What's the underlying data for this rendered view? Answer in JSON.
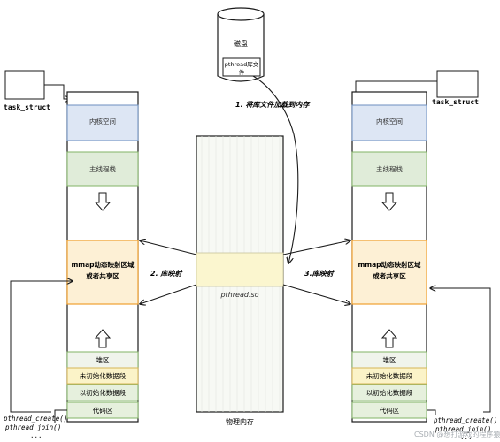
{
  "disk": {
    "label": "磁盘",
    "file_label_line1": "pthread库文",
    "file_label_line2": "件"
  },
  "steps": {
    "load": "1. 将库文件加载到内存",
    "map_left": "2. 库映射",
    "map_right": "3.库映射"
  },
  "physical_memory": {
    "lib_name": "pthread.so",
    "caption": "物理内存"
  },
  "process_left": {
    "task_struct": "task_struct",
    "kernel_space": "内核空间",
    "main_stack": "主线程栈",
    "mmap_line1": "mmap动态映射区域",
    "mmap_line2": "或者共享区",
    "heap": "堆区",
    "bss": "未初始化数据段",
    "data": "以初始化数据段",
    "code": "代码区",
    "calls": [
      "pthread_create()",
      "pthread_join()",
      "..."
    ]
  },
  "process_right": {
    "task_struct": "task_struct",
    "kernel_space": "内核空间",
    "main_stack": "主线程栈",
    "mmap_line1": "mmap动态映射区域",
    "mmap_line2": "或者共享区",
    "heap": "堆区",
    "bss": "未初始化数据段",
    "data": "以初始化数据段",
    "code": "代码区",
    "calls": [
      "pthread_create()",
      "pthread_join()",
      "..."
    ]
  },
  "watermark": "CSDN @想打游戏的程序猿",
  "colors": {
    "kernel_fill": "#dde6f4",
    "kernel_stroke": "#6c8ebf",
    "stack_fill": "#e0ecd9",
    "stack_stroke": "#82b366",
    "mmap_fill": "#fdf0d5",
    "mmap_stroke": "#f0a030",
    "bss_fill": "#fbf3c8",
    "bss_stroke": "#d6b656",
    "green_fill": "#e6f0dd",
    "green_stroke": "#82b366",
    "lib_highlight": "#fbf6cf",
    "mem_fill": "#f7f9f4"
  }
}
